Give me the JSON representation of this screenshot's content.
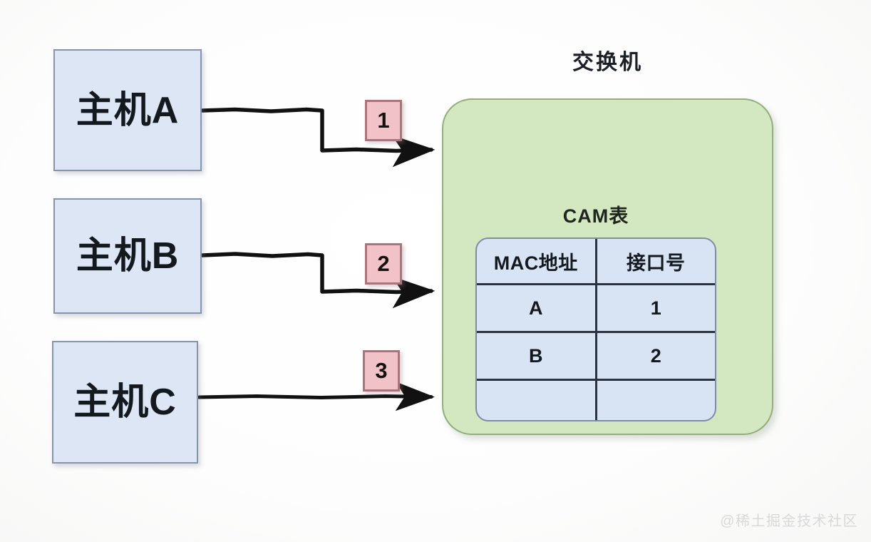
{
  "diagram": {
    "title": "交换机",
    "watermark": "@稀土掘金技术社区",
    "colors": {
      "host_fill": "#dce6f5",
      "host_border": "#8593ad",
      "switch_fill": "#d3e7c1",
      "switch_border": "#93ad7e",
      "table_fill": "#d8e4f4",
      "table_border": "#2b3240",
      "badge_fill": "#f1c3c8",
      "badge_border": "#a9757c",
      "wire": "#111111",
      "watermark": "#d9d9d9"
    }
  },
  "hosts": [
    {
      "label": "主机A",
      "port": "1"
    },
    {
      "label": "主机B",
      "port": "2"
    },
    {
      "label": "主机C",
      "port": "3"
    }
  ],
  "ports": [
    {
      "number": "1"
    },
    {
      "number": "2"
    },
    {
      "number": "3"
    }
  ],
  "cam_table": {
    "title": "CAM表",
    "headers": [
      "MAC地址",
      "接口号"
    ],
    "rows": [
      {
        "mac": "A",
        "port": "1"
      },
      {
        "mac": "B",
        "port": "2"
      },
      {
        "mac": "",
        "port": ""
      }
    ]
  }
}
